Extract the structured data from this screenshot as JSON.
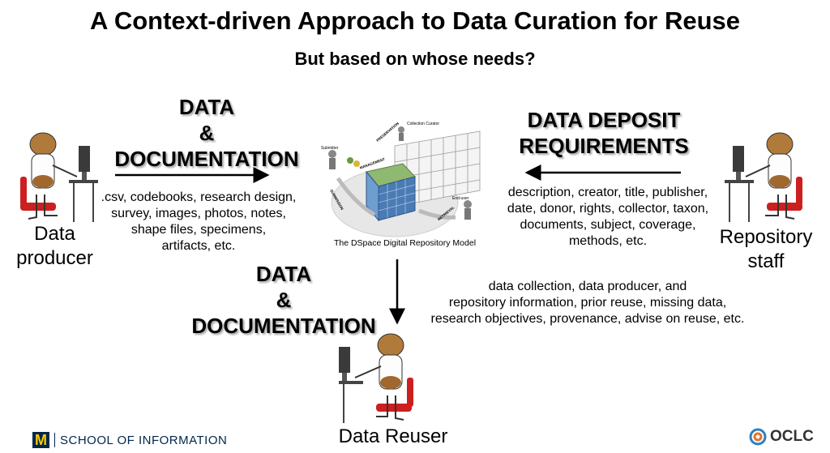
{
  "title": "A Context-driven Approach to Data Curation for Reuse",
  "subtitle": "But based on whose needs?",
  "left_flow": {
    "heading": [
      "DATA",
      "&",
      "DOCUMENTATION"
    ],
    "items": [
      ".csv, codebooks, research design,",
      "survey, images, photos, notes,",
      "shape files, specimens,",
      "artifacts, etc."
    ]
  },
  "right_flow": {
    "heading": [
      "DATA DEPOSIT",
      "REQUIREMENTS"
    ],
    "items": [
      "description, creator, title, publisher,",
      "date, donor, rights, collector, taxon,",
      "documents, subject, coverage,",
      "methods, etc."
    ]
  },
  "down_flow": {
    "heading": [
      "DATA",
      "&",
      "DOCUMENTATION"
    ],
    "items": [
      "data collection, data producer, and",
      "repository information, prior reuse,  missing data,",
      "research objectives, provenance, advise on reuse, etc."
    ]
  },
  "center_model": {
    "caption": "The DSpace Digital Repository Model",
    "labels": [
      "Collection Curator",
      "Submitter",
      "End-user",
      "PRESERVATION",
      "MANAGEMENT",
      "SUBMISSION",
      "RETRIEVAL"
    ]
  },
  "actors": {
    "producer": [
      "Data",
      "producer"
    ],
    "staff": [
      "Repository",
      "staff"
    ],
    "reuser": "Data Reuser"
  },
  "footer": {
    "left_logo_mark": "M",
    "left_logo_text": "SCHOOL OF INFORMATION",
    "right_logo_text": "OCLC"
  },
  "colors": {
    "text": "#000000",
    "um_blue": "#00274c",
    "um_maize": "#ffcb05",
    "figure_body": "#a0682e",
    "figure_chair": "#cc1f1f"
  }
}
